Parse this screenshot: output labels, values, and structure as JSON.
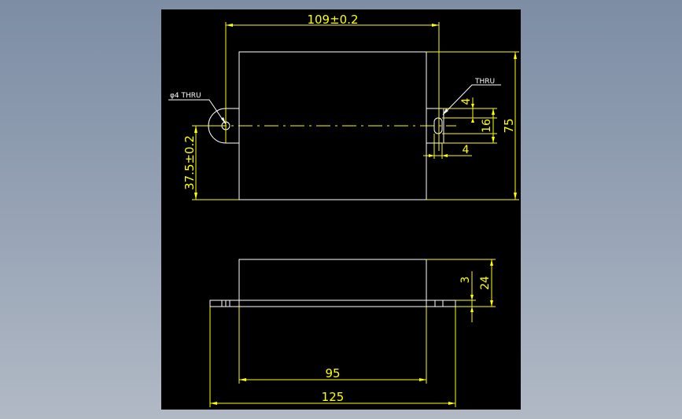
{
  "drawing": {
    "colors": {
      "background": "#000000",
      "outline": "#ffffff",
      "dimension": "#ffff00",
      "centerline": "#ffff00"
    },
    "dimensions": {
      "hole_spacing": "109±0.2",
      "overall_height": "75",
      "center_height": "37.5±0.2",
      "slot_length": "16",
      "slot_top_offset": "4",
      "slot_bottom_offset": "4",
      "body_width": "95",
      "overall_width": "125",
      "flange_thickness": "3",
      "body_height": "24"
    },
    "notes": {
      "round_hole": "φ4  THRU",
      "slot_hole": "THRU"
    }
  }
}
